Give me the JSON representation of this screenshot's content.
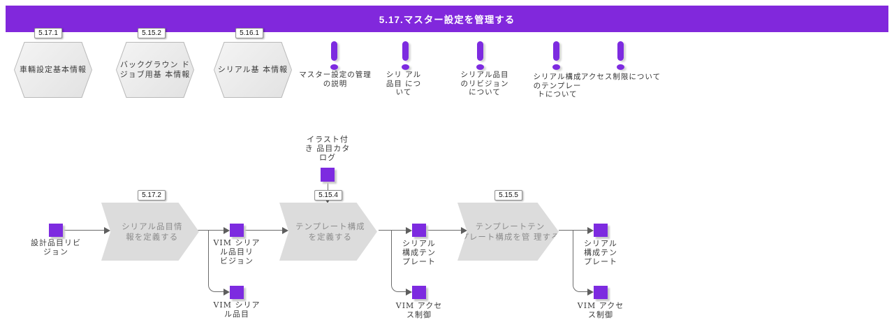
{
  "header": {
    "title": "5.17.マスター設定を管理する"
  },
  "colors": {
    "header_bg": "#8128DC",
    "node_purple": "#7D2BE0",
    "step_fill": "#DCDCDC"
  },
  "hexagons": [
    {
      "tag": "5.17.1",
      "label_lines": [
        "車輛設定基本情報"
      ]
    },
    {
      "tag": "5.15.2",
      "label_lines": [
        "バックグラウン ド",
        "ジョブ用基 本情報"
      ]
    },
    {
      "tag": "5.16.1",
      "label_lines": [
        "シリアル基 本情報"
      ]
    }
  ],
  "notes": [
    {
      "label_lines": [
        "マスター設定の管理",
        "の説明"
      ]
    },
    {
      "label_lines": [
        "シリ アル",
        "品目 につ",
        "いて"
      ]
    },
    {
      "label_lines": [
        "シリアル品目",
        "のリビジョン",
        "について"
      ]
    },
    {
      "label_lines": [
        "シリアル構成",
        "のテンプレー",
        "トについて"
      ]
    },
    {
      "label_lines": [
        "アクセス制限について"
      ]
    }
  ],
  "steps": [
    {
      "tag": "5.17.2",
      "label_lines": [
        "シリアル品目情",
        "報を定義する"
      ]
    },
    {
      "tag": "5.15.4",
      "label_lines": [
        "テンプレート構成",
        "を定義する"
      ]
    },
    {
      "tag": "5.15.5",
      "label_lines": [
        "テンプレートテン",
        "プレート構成を管 理する"
      ]
    }
  ],
  "artifacts": {
    "design_item_revision": {
      "label_lines": [
        "設計品目リビ",
        "ジョン"
      ]
    },
    "vim_serial_item_revision": {
      "label_lines": [
        "VIM シリア",
        "ル品目リ",
        "ビジョン"
      ]
    },
    "vim_serial_item": {
      "label_lines": [
        "VIM シリア",
        "ル品目"
      ]
    },
    "illustrated_item_catalog": {
      "label_lines": [
        "イラスト付",
        "き 品目カタ",
        "ログ"
      ]
    },
    "serial_config_template_1": {
      "label_lines": [
        "シリアル",
        "構成テン",
        "プレート"
      ]
    },
    "vim_access_control_1": {
      "label_lines": [
        "VIM アクセ",
        "ス制御"
      ]
    },
    "serial_config_template_2": {
      "label_lines": [
        "シリアル",
        "構成テン",
        "プレート"
      ]
    },
    "vim_access_control_2": {
      "label_lines": [
        "VIM アクセ",
        "ス制御"
      ]
    }
  }
}
